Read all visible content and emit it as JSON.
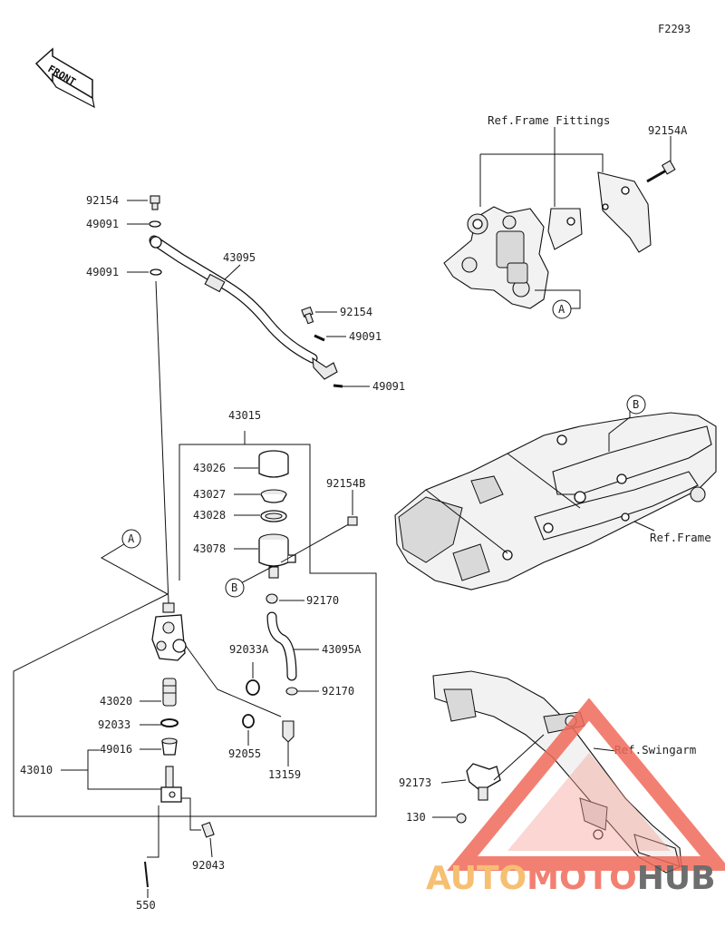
{
  "figure_code": "F2293",
  "front_label": "FRONT",
  "refs": {
    "frame_fittings": "Ref.Frame Fittings",
    "frame": "Ref.Frame",
    "swingarm": "Ref.Swingarm"
  },
  "circle_refs": {
    "a": "A",
    "b": "B"
  },
  "parts": {
    "p92154A": "92154A",
    "p92154_top": "92154",
    "p49091_top1": "49091",
    "p49091_top2": "49091",
    "p43095": "43095",
    "p92154_mid": "92154",
    "p49091_mid1": "49091",
    "p49091_mid2": "49091",
    "p43015": "43015",
    "p43026": "43026",
    "p43027": "43027",
    "p43028": "43028",
    "p43078": "43078",
    "p92154B": "92154B",
    "p92170_a": "92170",
    "p43095A": "43095A",
    "p92033A": "92033A",
    "p92170_b": "92170",
    "p43020": "43020",
    "p92033": "92033",
    "p49016": "49016",
    "p43010": "43010",
    "p92055": "92055",
    "p13159": "13159",
    "p92043": "92043",
    "p550": "550",
    "p92173": "92173",
    "p130": "130"
  },
  "watermark": {
    "text_a": "AUTO",
    "text_b": "MOTO",
    "text_c": "HUB",
    "color_a": "#f5b55a",
    "color_b": "#f06a5a",
    "color_c": "#555555"
  }
}
